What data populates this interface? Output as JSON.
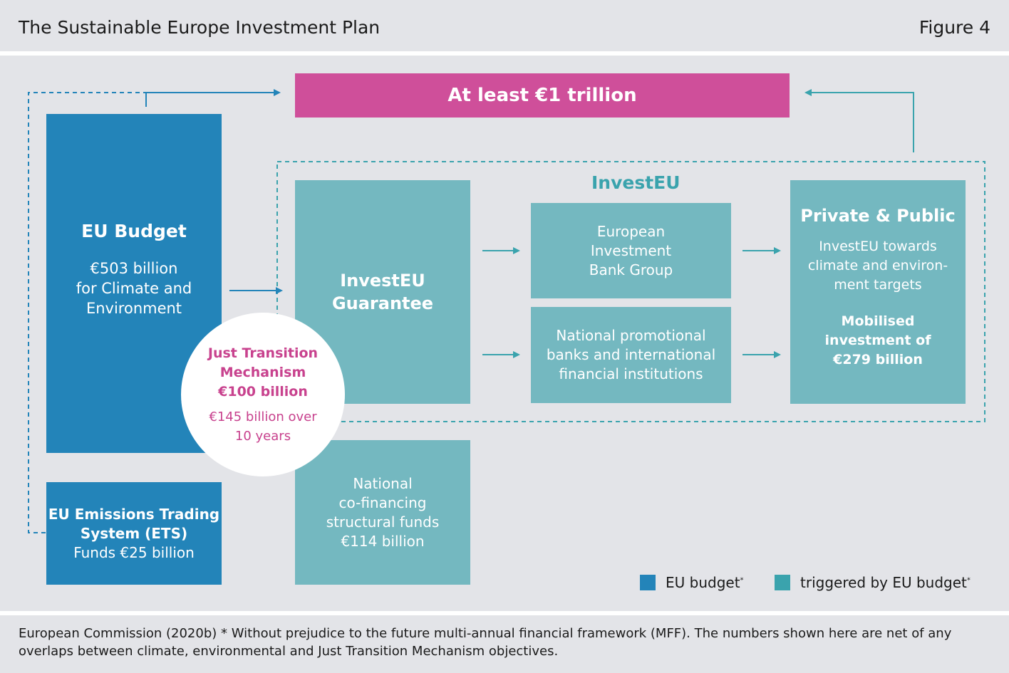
{
  "header": {
    "title": "The Sustainable Europe Investment Plan",
    "figure": "Figure 4"
  },
  "top_target": "At least €1 trillion",
  "investeu_label": "InvestEU",
  "eu_budget": {
    "title": "EU Budget",
    "line1": "€503 billion",
    "line2": "for Climate and",
    "line3": "Environment"
  },
  "ets": {
    "line1": "EU Emissions Trading",
    "line2": "System (ETS)",
    "line3": "Funds €25 billion"
  },
  "jtm": {
    "line1": "Just Transition",
    "line2": "Mechanism",
    "line3": "€100 billion",
    "line4": "€145 billion over",
    "line5": "10 years"
  },
  "guarantee": {
    "line1": "InvestEU",
    "line2": "Guarantee"
  },
  "eib": {
    "line1": "European",
    "line2": "Investment",
    "line3": "Bank Group"
  },
  "npb": {
    "line1": "National promotional",
    "line2": "banks and international",
    "line3": "financial institutions"
  },
  "private_public": {
    "title": "Private & Public",
    "line1": "InvestEU towards",
    "line2": "climate and environ-",
    "line3": "ment targets",
    "bold1": "Mobilised",
    "bold2": "investment of",
    "bold3": "€279 billion"
  },
  "cofinancing": {
    "line1": "National",
    "line2": "co-financing",
    "line3": "structural funds",
    "line4": "€114 billion"
  },
  "legend": {
    "eu_budget": "EU budget",
    "triggered": "triggered by EU budget",
    "marker": "*"
  },
  "footnote": "European Commission (2020b) * Without prejudice to the future multi-annual financial framework (MFF). The numbers shown here are net of any overlaps between climate, environmental and Just Transition Mechanism objectives.",
  "colors": {
    "eu_budget": "#2384b9",
    "triggered": "#74b8c0",
    "legend_triggered": "#3aa3ad",
    "target": "#cf4f9a",
    "jtm_text": "#c8428e",
    "background": "#e3e4e8"
  }
}
